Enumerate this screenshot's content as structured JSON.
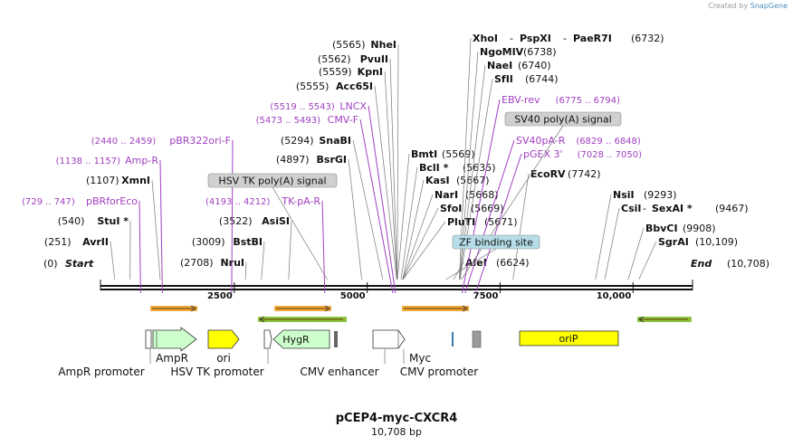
{
  "credit": {
    "prefix": "Created by",
    "brand": "SnapGene"
  },
  "title": "pCEP4-myc-CXCR4",
  "subtitle": "10,708 bp",
  "colors": {
    "backbone": "#111111",
    "site_name": "#111111",
    "primer": "#a040c0",
    "leader": "#777777",
    "feature_box_fill": "#d0d0d0",
    "feature_box_fill_blue": "#b6dde8",
    "orange_arrow": "#f3a93a",
    "green_arrow": "#8fc23f",
    "amp_promoter": "#ffffff",
    "ampr": "#ccffcc",
    "ori": "#ffff00",
    "hygr": "#ccffcc",
    "cmv": "#ffffff",
    "zf": "#3a7bb0",
    "myc_box": "#9a9a9a",
    "orip": "#ffff00"
  },
  "ruler": {
    "ticks": [
      "2500",
      "5000",
      "7500",
      "10,000"
    ],
    "start": "Start",
    "start_pos": "(0)",
    "end": "End",
    "end_pos": "(10,708)"
  },
  "sites_bold_prefix": [
    {
      "pos": "(5565)",
      "name": "NheI"
    },
    {
      "pos": "(5562)",
      "name": "PvuII"
    },
    {
      "pos": "(5559)",
      "name": "KpnI"
    },
    {
      "pos": "(5555)",
      "name": "Acc65I"
    },
    {
      "pos": "(5294)",
      "name": "SnaBI"
    },
    {
      "pos": "(4897)",
      "name": "BsrGI"
    },
    {
      "pos": "(1107)",
      "name": "XmnI"
    },
    {
      "pos": "(540)",
      "name": "StuI *"
    },
    {
      "pos": "(251)",
      "name": "AvrII"
    },
    {
      "pos": "(3522)",
      "name": "AsiSI"
    },
    {
      "pos": "(3009)",
      "name": "BstBI"
    },
    {
      "pos": "(2708)",
      "name": "NruI"
    }
  ],
  "sites_bold_suffix": [
    {
      "name": "BmtI",
      "pos": "(5569)"
    },
    {
      "name": "BclI *",
      "pos": "(5635)"
    },
    {
      "name": "KasI",
      "pos": "(5667)"
    },
    {
      "name": "NarI",
      "pos": "(5668)"
    },
    {
      "name": "SfoI",
      "pos": "(5669)"
    },
    {
      "name": "PluTI",
      "pos": "(5671)"
    },
    {
      "name": "AleI",
      "pos": "(6624)"
    },
    {
      "name": "NgoMIV",
      "pos": "(6738)"
    },
    {
      "name": "NaeI",
      "pos": "(6740)"
    },
    {
      "name": "SfII",
      "pos": "(6744)"
    },
    {
      "name": "EcoRV",
      "pos": "(7742)"
    },
    {
      "name": "NsiI",
      "pos": "(9293)"
    },
    {
      "name": "BbvCI",
      "pos": "(9908)"
    },
    {
      "name": "SgrAI",
      "pos": "(10,109)"
    }
  ],
  "site_xhoi_line": {
    "n1": "XhoI",
    "n2": "PspXI",
    "n3": "PaeR7I",
    "pos": "(6732)"
  },
  "site_csii_line": {
    "n1": "CsiI",
    "n2": "SexAI *",
    "pos": "(9467)"
  },
  "primers_prefix": [
    {
      "range": "(5519 .. 5543)",
      "name": "LNCX"
    },
    {
      "range": "(5473 .. 5493)",
      "name": "CMV-F"
    },
    {
      "range": "(2440 .. 2459)",
      "name": "pBR322ori-F"
    },
    {
      "range": "(1138 .. 1157)",
      "name": "Amp-R"
    },
    {
      "range": "(729 .. 747)",
      "name": "pBRforEco"
    },
    {
      "range": "(4193 .. 4212)",
      "name": "TK-pA-R"
    }
  ],
  "primers_suffix": [
    {
      "name": "EBV-rev",
      "range": "(6775 .. 6794)"
    },
    {
      "name": "SV40pA-R",
      "range": "(6829 .. 6848)"
    },
    {
      "name": "pGEX 3'",
      "range": "(7028 .. 7050)"
    }
  ],
  "feature_boxes": [
    {
      "label": "SV40 poly(A) signal"
    },
    {
      "label": "HSV TK poly(A) signal"
    },
    {
      "label": "ZF binding site"
    }
  ],
  "features": [
    {
      "label": "AmpR promoter"
    },
    {
      "label": "AmpR"
    },
    {
      "label": "ori"
    },
    {
      "label": "HSV TK promoter"
    },
    {
      "label": "HygR"
    },
    {
      "label": "CMV enhancer"
    },
    {
      "label": "Myc"
    },
    {
      "label": "CMV promoter"
    },
    {
      "label": "oriP"
    }
  ]
}
